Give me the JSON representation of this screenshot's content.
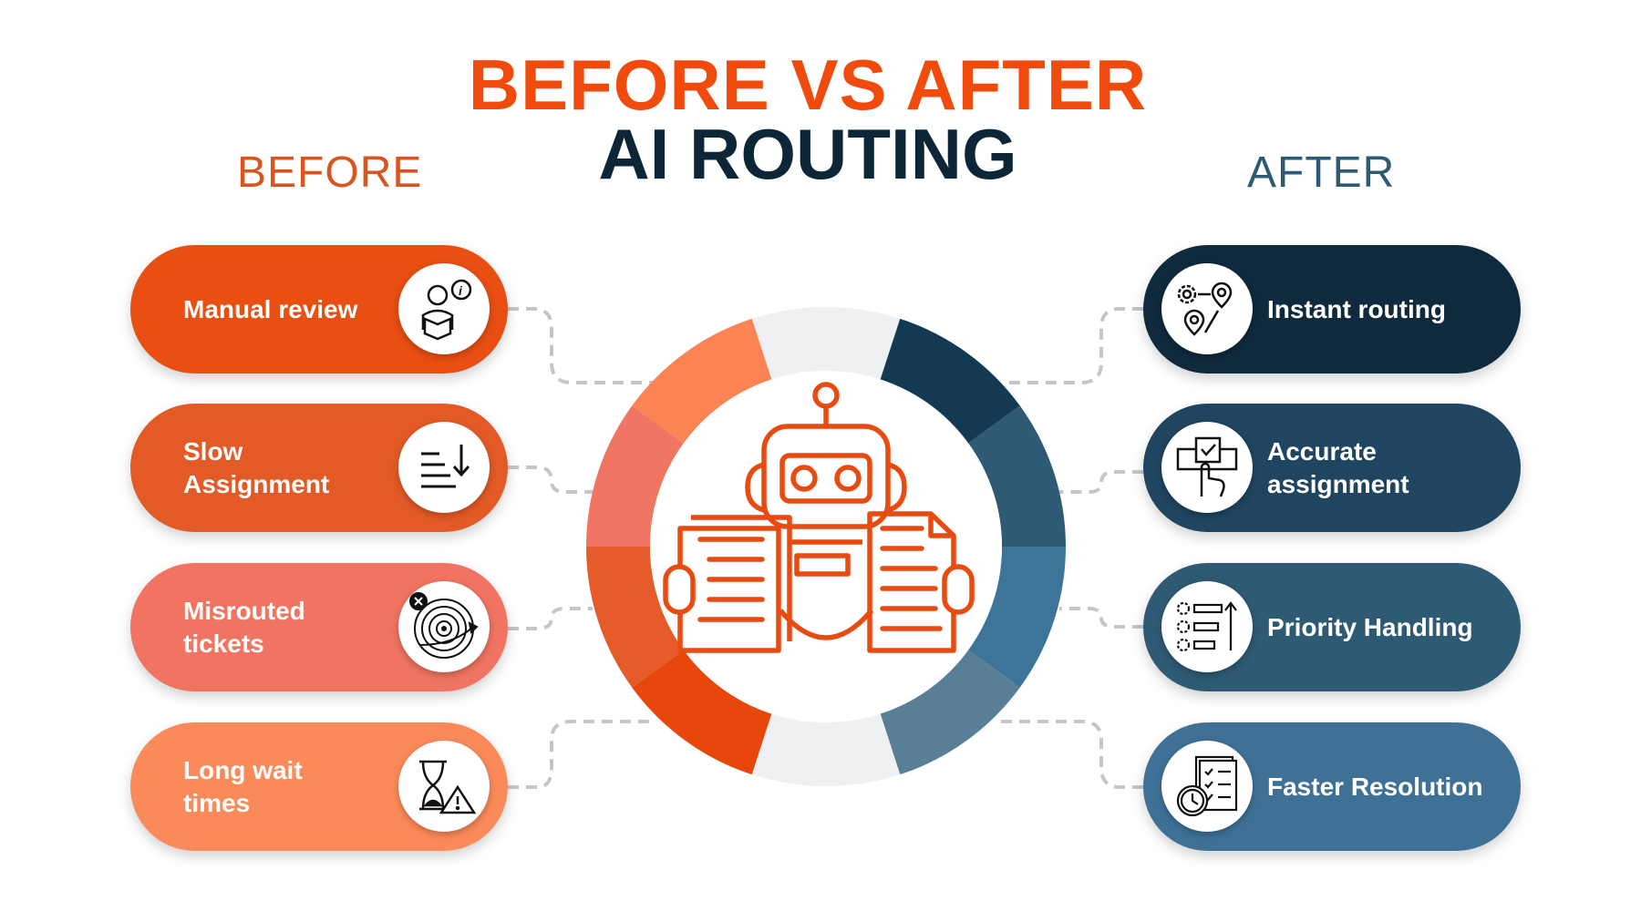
{
  "title": {
    "line1": "BEFORE VS AFTER",
    "line2": "AI ROUTING"
  },
  "before_label": "BEFORE",
  "after_label": "AFTER",
  "before_items": [
    {
      "label": "Manual review",
      "icon": "reading-person-info-icon",
      "color": "#e94e12"
    },
    {
      "label": "Slow Assignment",
      "icon": "sort-down-list-icon",
      "color": "#e35a26"
    },
    {
      "label": "Misrouted tickets",
      "icon": "target-missed-icon",
      "color": "#f07461"
    },
    {
      "label": "Long wait times",
      "icon": "hourglass-warning-icon",
      "color": "#fb8a5a"
    }
  ],
  "after_items": [
    {
      "label": "Instant routing",
      "icon": "route-pins-gear-icon",
      "color": "#0f2a3c"
    },
    {
      "label": "Accurate assignment",
      "icon": "hand-checkbox-icon",
      "color": "#1f4560"
    },
    {
      "label": "Priority Handling",
      "icon": "priority-list-gears-icon",
      "color": "#2f5a74"
    },
    {
      "label": "Faster Resolution",
      "icon": "clock-checklist-icon",
      "color": "#3f7196"
    }
  ],
  "ring_colors": [
    "#eef0f1",
    "#133a52",
    "#2f5a74",
    "#3d7499",
    "#587f96",
    "#eef0f1",
    "#e8470c",
    "#e55c2a",
    "#f07562",
    "#fb8354"
  ],
  "accent": "#e84a10"
}
